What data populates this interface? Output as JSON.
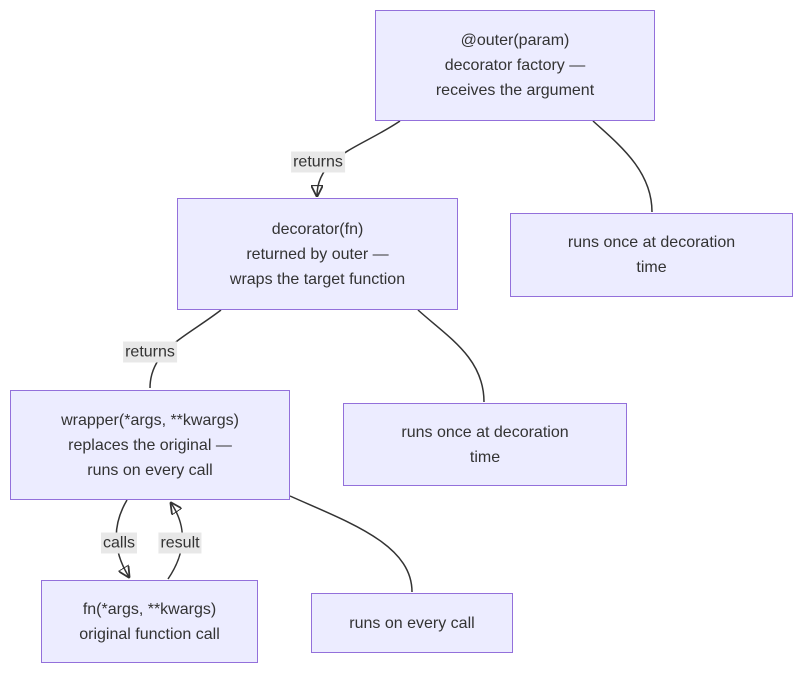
{
  "colors": {
    "node_fill": "#ECECFF",
    "node_border": "#9370DB",
    "edge_color": "#333333",
    "label_bg": "#e8e8e8",
    "text_color": "#333333",
    "canvas_bg": "#ffffff"
  },
  "nodes": {
    "outer": {
      "lines": [
        "@outer(param)",
        "decorator factory —",
        "receives the argument"
      ]
    },
    "decorator": {
      "lines": [
        "decorator(fn)",
        "returned by outer —",
        "wraps the target function"
      ]
    },
    "note_decoration_top": {
      "lines": [
        "runs once at decoration",
        "time"
      ]
    },
    "wrapper": {
      "lines": [
        "wrapper(*args, **kwargs)",
        "replaces the original —",
        "runs on every call"
      ]
    },
    "note_decoration_mid": {
      "lines": [
        "runs once at decoration",
        "time"
      ]
    },
    "fn": {
      "lines": [
        "fn(*args, **kwargs)",
        "original function call"
      ]
    },
    "note_every_call": {
      "lines": [
        "runs on every call"
      ]
    }
  },
  "edge_labels": {
    "returns_outer_to_decorator": "returns",
    "returns_decorator_to_wrapper": "returns",
    "calls": "calls",
    "result": "result"
  }
}
